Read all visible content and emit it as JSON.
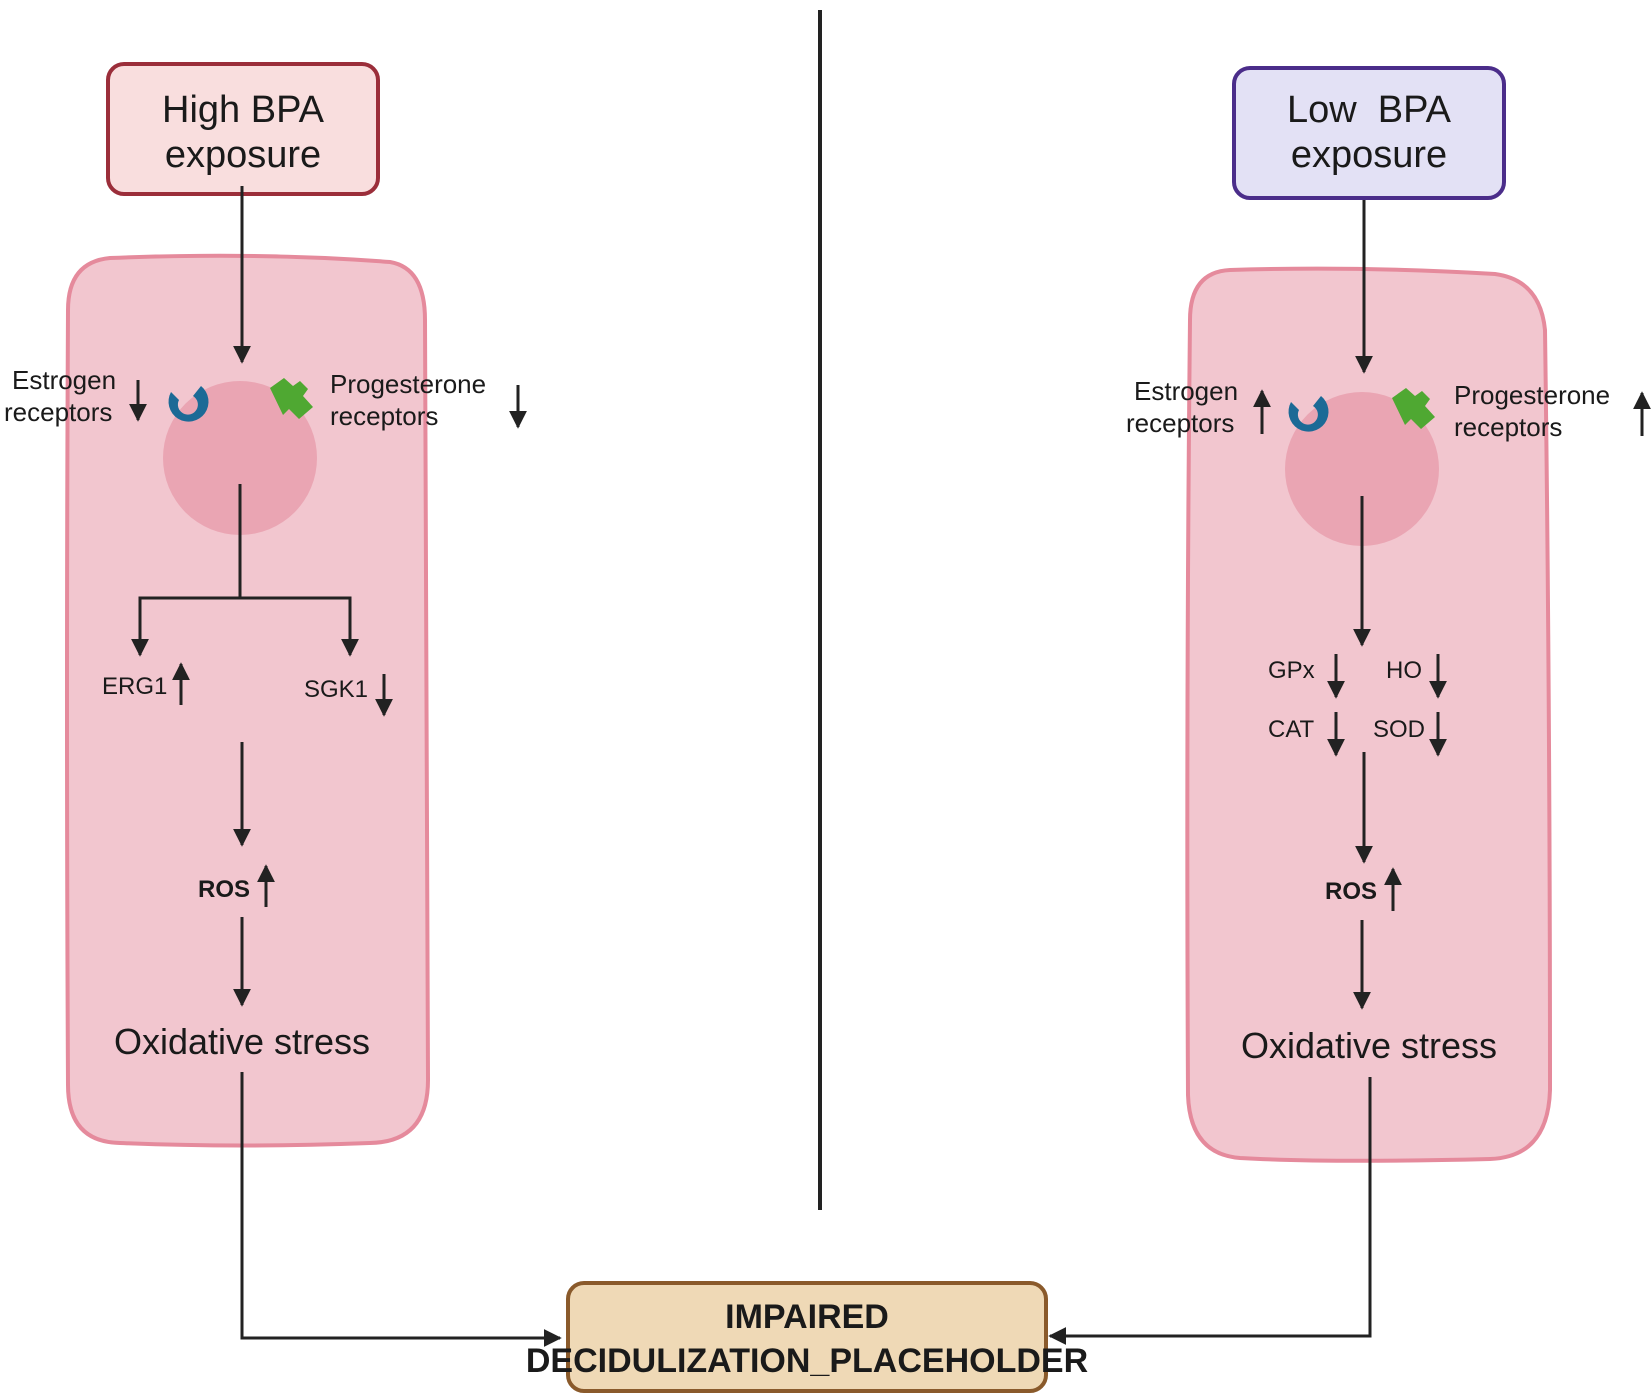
{
  "left_panel": {
    "title_line1": "High BPA",
    "title_line2": "exposure",
    "title_fill": "#f9dede",
    "title_stroke": "#9b2e3a",
    "estrogen_line1": "Estrogen",
    "estrogen_line2": "receptors",
    "estrogen_trend": "down",
    "progesterone_line1": "Progesterone",
    "progesterone_line2": "receptors",
    "progesterone_trend": "down",
    "erg1": "ERG1",
    "erg1_trend": "up",
    "sgk1": "SGK1",
    "sgk1_trend": "down",
    "ros": "ROS",
    "ros_trend": "up",
    "outcome": "Oxidative stress"
  },
  "right_panel": {
    "title_line1": "Low  BPA",
    "title_line2": "exposure",
    "title_fill": "#e3e1f5",
    "title_stroke": "#4b2d8a",
    "estrogen_line1": "Estrogen",
    "estrogen_line2": "receptors",
    "estrogen_trend": "up",
    "progesterone_line1": "Progesterone",
    "progesterone_line2": "receptors",
    "progesterone_trend": "up",
    "gpx": "GPx",
    "gpx_trend": "down",
    "ho": "HO",
    "ho_trend": "down",
    "cat": "CAT",
    "cat_trend": "down",
    "sod": "SOD",
    "sod_trend": "down",
    "ros": "ROS",
    "ros_trend": "up",
    "outcome": "Oxidative stress"
  },
  "result": {
    "line1": "IMPAIRED",
    "line2": "DECIDULIZATION_PLACEHOLDER"
  },
  "colors": {
    "cell_fill": "#f2c6cf",
    "cell_stroke": "#e58a9c",
    "nucleus_fill": "#eaa5b3",
    "estrogen_receptor": "#1c6a96",
    "progesterone_receptor": "#4fa832",
    "result_fill": "#efd9b6",
    "result_stroke": "#8a5a2b",
    "arrow": "#222222"
  }
}
